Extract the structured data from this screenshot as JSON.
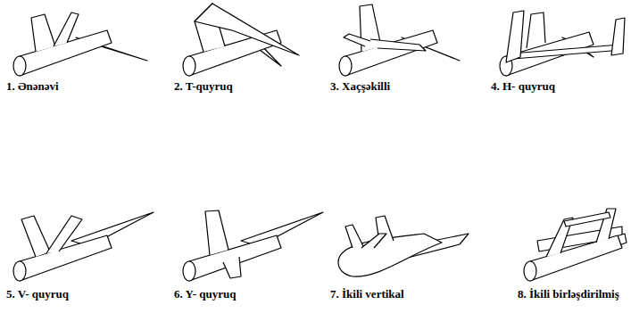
{
  "diagram": {
    "labels": [
      "1. Ənənəvi",
      "2. T-quyruq",
      "3. Xaçşəkilli",
      "4. H- quyruq",
      "5. V- quyruq",
      "6. Y- quyruq",
      "7. İkili vertikal",
      "8. İkili birləşdirilmiş"
    ]
  }
}
